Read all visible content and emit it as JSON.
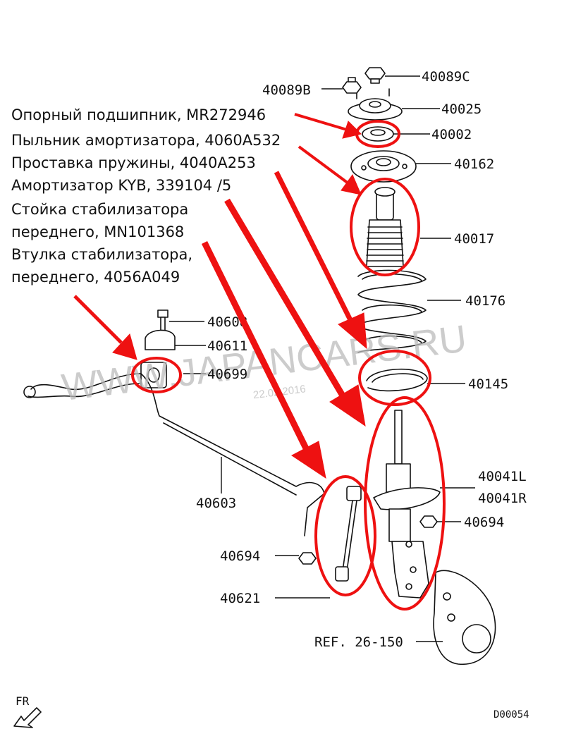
{
  "descriptions": [
    "Опорный подшипник, MR272946",
    "Пыльник амортизатора, 4060A532",
    "Проставка пружины, 4040A253",
    "Амортизатор KYB, 339104 /5",
    "Стойка стабилизатора",
    "переднего, MN101368",
    "Втулка стабилизатора,",
    "переднего, 4056A049"
  ],
  "part_numbers": {
    "p40089C": "40089C",
    "p40089B": "40089B",
    "p40025": "40025",
    "p40002": "40002",
    "p40162": "40162",
    "p40017": "40017",
    "p40176": "40176",
    "p40608": "40608",
    "p40611": "40611",
    "p40699": "40699",
    "p40145": "40145",
    "p40041L": "40041L",
    "p40041R": "40041R",
    "p40694a": "40694",
    "p40603": "40603",
    "p40694b": "40694",
    "p40621": "40621",
    "ref": "REF. 26-150"
  },
  "watermark": {
    "text": "WWW.JAPANCARS.RU",
    "date": "22.02.2016"
  },
  "diagram_code": "D00054",
  "direction_label": "FR",
  "colors": {
    "highlight": "#ee1111",
    "ink": "#111111",
    "watermark": "#bbbbbb"
  }
}
